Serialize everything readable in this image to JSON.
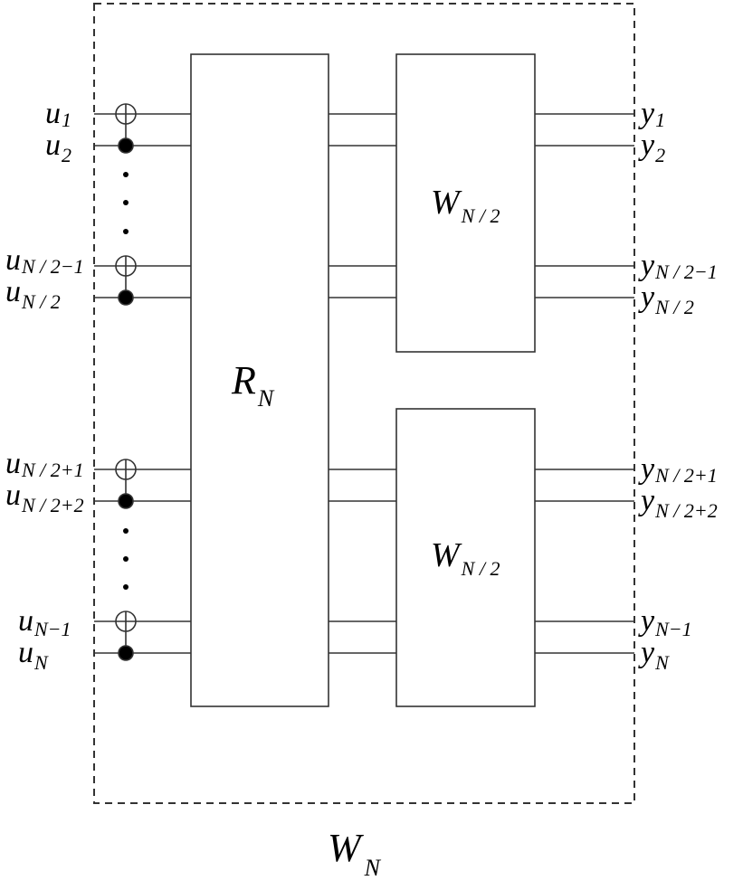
{
  "diagram": {
    "outer_label": {
      "main": "W",
      "sub": "N"
    },
    "block_r": {
      "main": "R",
      "sub": "N"
    },
    "block_w_top": {
      "main": "W",
      "sub": "N / 2"
    },
    "block_w_bottom": {
      "main": "W",
      "sub": "N / 2"
    },
    "inputs": [
      {
        "main": "u",
        "sub": "1"
      },
      {
        "main": "u",
        "sub": "2"
      },
      {
        "main": "u",
        "sub": "N / 2−1"
      },
      {
        "main": "u",
        "sub": "N / 2"
      },
      {
        "main": "u",
        "sub": "N / 2+1"
      },
      {
        "main": "u",
        "sub": "N / 2+2"
      },
      {
        "main": "u",
        "sub": "N−1"
      },
      {
        "main": "u",
        "sub": "N"
      }
    ],
    "outputs": [
      {
        "main": "y",
        "sub": "1"
      },
      {
        "main": "y",
        "sub": "2"
      },
      {
        "main": "y",
        "sub": "N / 2−1"
      },
      {
        "main": "y",
        "sub": "N / 2"
      },
      {
        "main": "y",
        "sub": "N / 2+1"
      },
      {
        "main": "y",
        "sub": "N / 2+2"
      },
      {
        "main": "y",
        "sub": "N−1"
      },
      {
        "main": "y",
        "sub": "N"
      }
    ]
  }
}
